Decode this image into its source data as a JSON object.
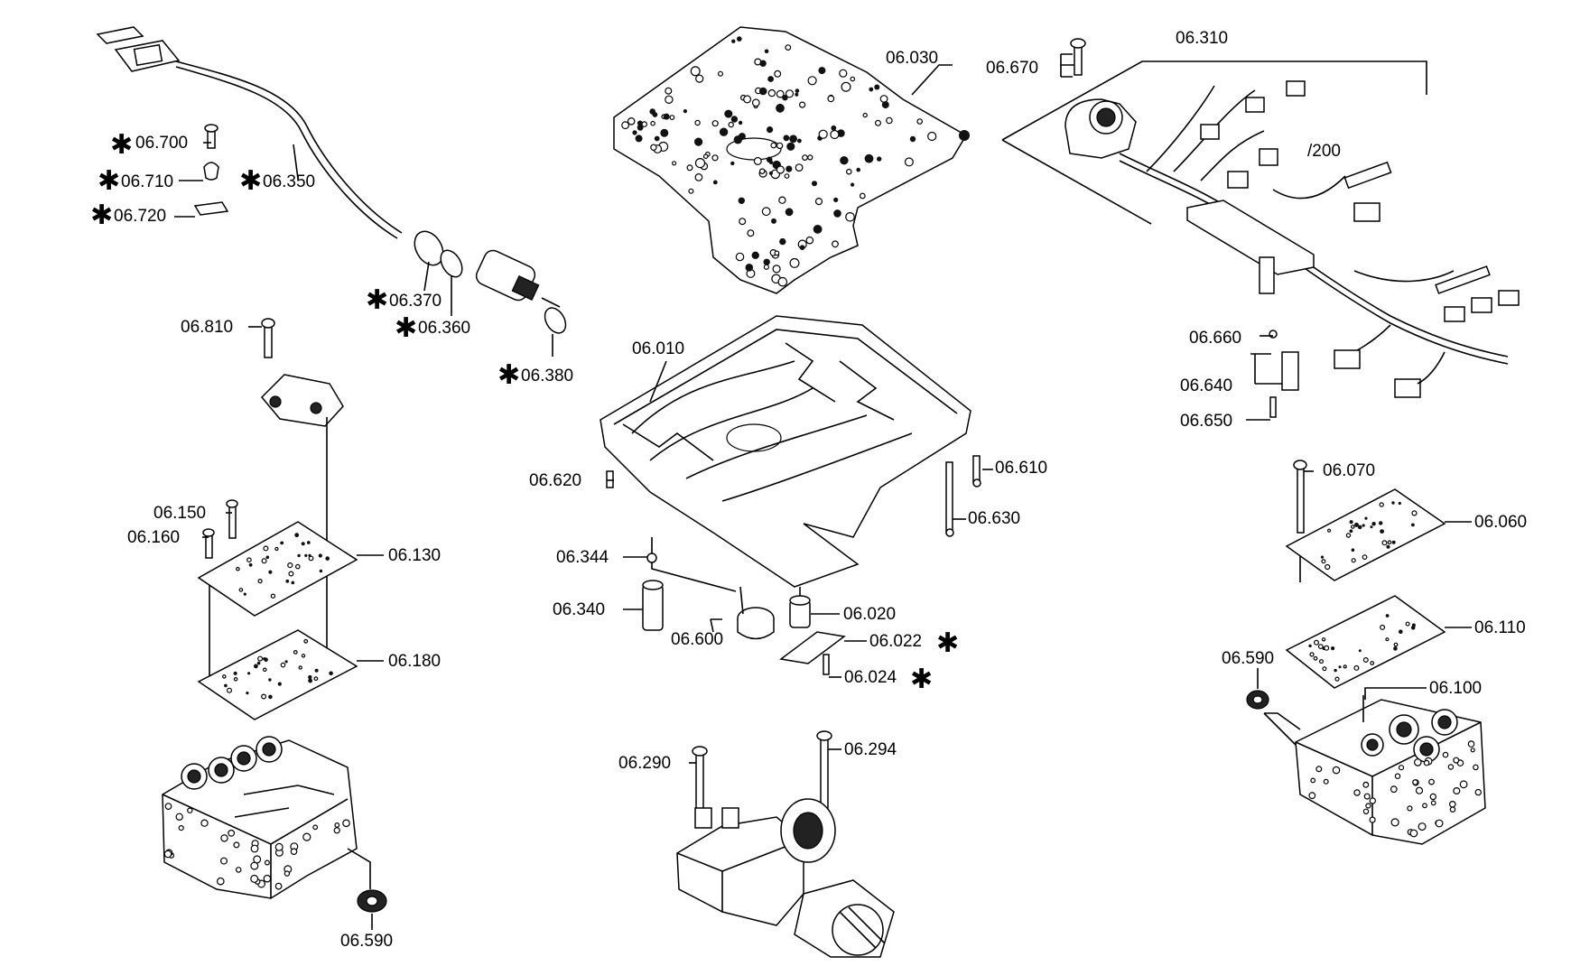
{
  "labels": {
    "p06030": "06.030",
    "p06310": "06.310",
    "p06670": "06.670",
    "p200": "/200",
    "p06700": "06.700",
    "p06710": "06.710",
    "p06350": "06.350",
    "p06720": "06.720",
    "p06370": "06.370",
    "p06360": "06.360",
    "p06380": "06.380",
    "p06810": "06.810",
    "p06010": "06.010",
    "p06660": "06.660",
    "p06640": "06.640",
    "p06650": "06.650",
    "p06620": "06.620",
    "p06610": "06.610",
    "p06630": "06.630",
    "p06070": "06.070",
    "p06060": "06.060",
    "p06150": "06.150",
    "p06160": "06.160",
    "p06130": "06.130",
    "p06344": "06.344",
    "p06340": "06.340",
    "p06600": "06.600",
    "p06020": "06.020",
    "p06022": "06.022",
    "p06024": "06.024",
    "p06110": "06.110",
    "p06180": "06.180",
    "p06590r": "06.590",
    "p06100": "06.100",
    "p06290": "06.290",
    "p06294": "06.294",
    "p06590l": "06.590"
  },
  "marker": "✱"
}
